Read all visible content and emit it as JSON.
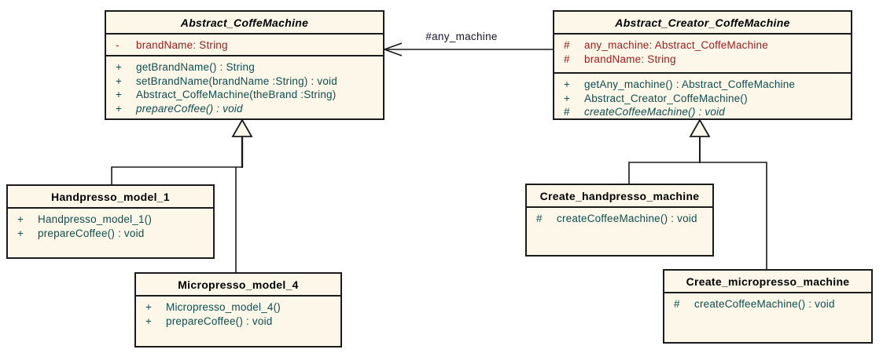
{
  "diagram": {
    "type": "uml-class-diagram",
    "colors": {
      "background": "#FFFFFF",
      "node_fill": "#FCF7E8",
      "border": "#1B1B1B",
      "title_text": "#000000",
      "attribute_text": "#9B1B1B",
      "operation_text": "#0D4F4F",
      "association_label_text": "#14142A"
    }
  },
  "classes": [
    {
      "name": "Abstract_CoffeMachine",
      "abstract": true,
      "attributes": [
        {
          "vis": "-",
          "text": "brandName: String"
        }
      ],
      "methods": [
        {
          "vis": "+",
          "text": "getBrandName() : String"
        },
        {
          "vis": "+",
          "text": "setBrandName(brandName :String) : void"
        },
        {
          "vis": "+",
          "text": "Abstract_CoffeMachine(theBrand :String)"
        },
        {
          "vis": "+",
          "text": "prepareCoffee() : void",
          "italic": true
        }
      ]
    },
    {
      "name": "Abstract_Creator_CoffeMachine",
      "abstract": true,
      "attributes": [
        {
          "vis": "#",
          "text": "any_machine: Abstract_CoffeMachine"
        },
        {
          "vis": "#",
          "text": "brandName: String"
        }
      ],
      "methods": [
        {
          "vis": "+",
          "text": "getAny_machine() : Abstract_CoffeMachine"
        },
        {
          "vis": "+",
          "text": "Abstract_Creator_CoffeMachine()"
        },
        {
          "vis": "#",
          "text": "createCoffeeMachine() : void",
          "italic": true
        }
      ]
    },
    {
      "name": "Handpresso_model_1",
      "abstract": false,
      "attributes": [],
      "methods": [
        {
          "vis": "+",
          "text": "Handpresso_model_1()"
        },
        {
          "vis": "+",
          "text": "prepareCoffee() : void"
        }
      ]
    },
    {
      "name": "Micropresso_model_4",
      "abstract": false,
      "attributes": [],
      "methods": [
        {
          "vis": "+",
          "text": "Micropresso_model_4()"
        },
        {
          "vis": "+",
          "text": "prepareCoffee() : void"
        }
      ]
    },
    {
      "name": "Create_handpresso_machine",
      "abstract": false,
      "attributes": [],
      "methods": [
        {
          "vis": "#",
          "text": "createCoffeeMachine() : void"
        }
      ]
    },
    {
      "name": "Create_micropresso_machine",
      "abstract": false,
      "attributes": [],
      "methods": [
        {
          "vis": "#",
          "text": "createCoffeeMachine() : void"
        }
      ]
    }
  ],
  "association": {
    "label": "#any_machine"
  },
  "relationships": [
    {
      "type": "association",
      "from": "Abstract_Creator_CoffeMachine",
      "to": "Abstract_CoffeMachine",
      "label": "#any_machine"
    },
    {
      "type": "generalization",
      "from": "Handpresso_model_1",
      "to": "Abstract_CoffeMachine"
    },
    {
      "type": "generalization",
      "from": "Micropresso_model_4",
      "to": "Abstract_CoffeMachine"
    },
    {
      "type": "generalization",
      "from": "Create_handpresso_machine",
      "to": "Abstract_Creator_CoffeMachine"
    },
    {
      "type": "generalization",
      "from": "Create_micropresso_machine",
      "to": "Abstract_Creator_CoffeMachine"
    }
  ]
}
